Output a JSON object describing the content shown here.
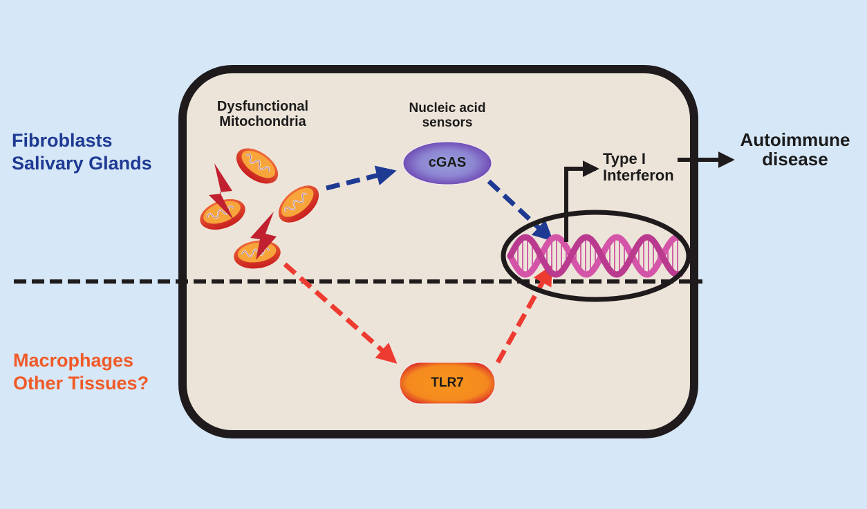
{
  "colors": {
    "background": "#d6e7f7",
    "cell_fill": "#ede4d9",
    "cell_border": "#1f1b1c",
    "blue_path": "#1e3a93",
    "red_path": "#ee3b32",
    "cgas_fill": "#7e62c2",
    "tlr7_fill": "#f7941d",
    "dna": "#c9409a",
    "mito": "#d92d23",
    "bolt": "#c0202f"
  },
  "side_labels": {
    "upper": {
      "line1": "Fibroblasts",
      "line2": "Salivary Glands",
      "color": "#1e3a93"
    },
    "lower": {
      "line1": "Macrophages",
      "line2": "Other Tissues?",
      "color": "#f05a28"
    }
  },
  "nodes": {
    "mitochondria": {
      "line1": "Dysfunctional",
      "line2": "Mitochondria"
    },
    "sensors": {
      "line1": "Nucleic acid",
      "line2": "sensors"
    },
    "cgas": {
      "label": "cGAS"
    },
    "tlr7": {
      "label": "TLR7"
    },
    "interferon": {
      "line1": "Type I",
      "line2": "Interferon"
    },
    "disease": {
      "line1": "Autoimmune",
      "line2": "disease"
    }
  },
  "edges": [
    {
      "from": "mitochondria",
      "to": "cgas",
      "style": "dashed",
      "color": "blue"
    },
    {
      "from": "cgas",
      "to": "nucleus-dna",
      "style": "dashed",
      "color": "blue"
    },
    {
      "from": "mitochondria",
      "to": "tlr7",
      "style": "dashed",
      "color": "red"
    },
    {
      "from": "tlr7",
      "to": "nucleus-dna",
      "style": "dashed",
      "color": "red"
    },
    {
      "from": "nucleus-dna",
      "to": "interferon",
      "style": "solid",
      "color": "black"
    },
    {
      "from": "interferon",
      "to": "disease",
      "style": "solid",
      "color": "black"
    }
  ]
}
